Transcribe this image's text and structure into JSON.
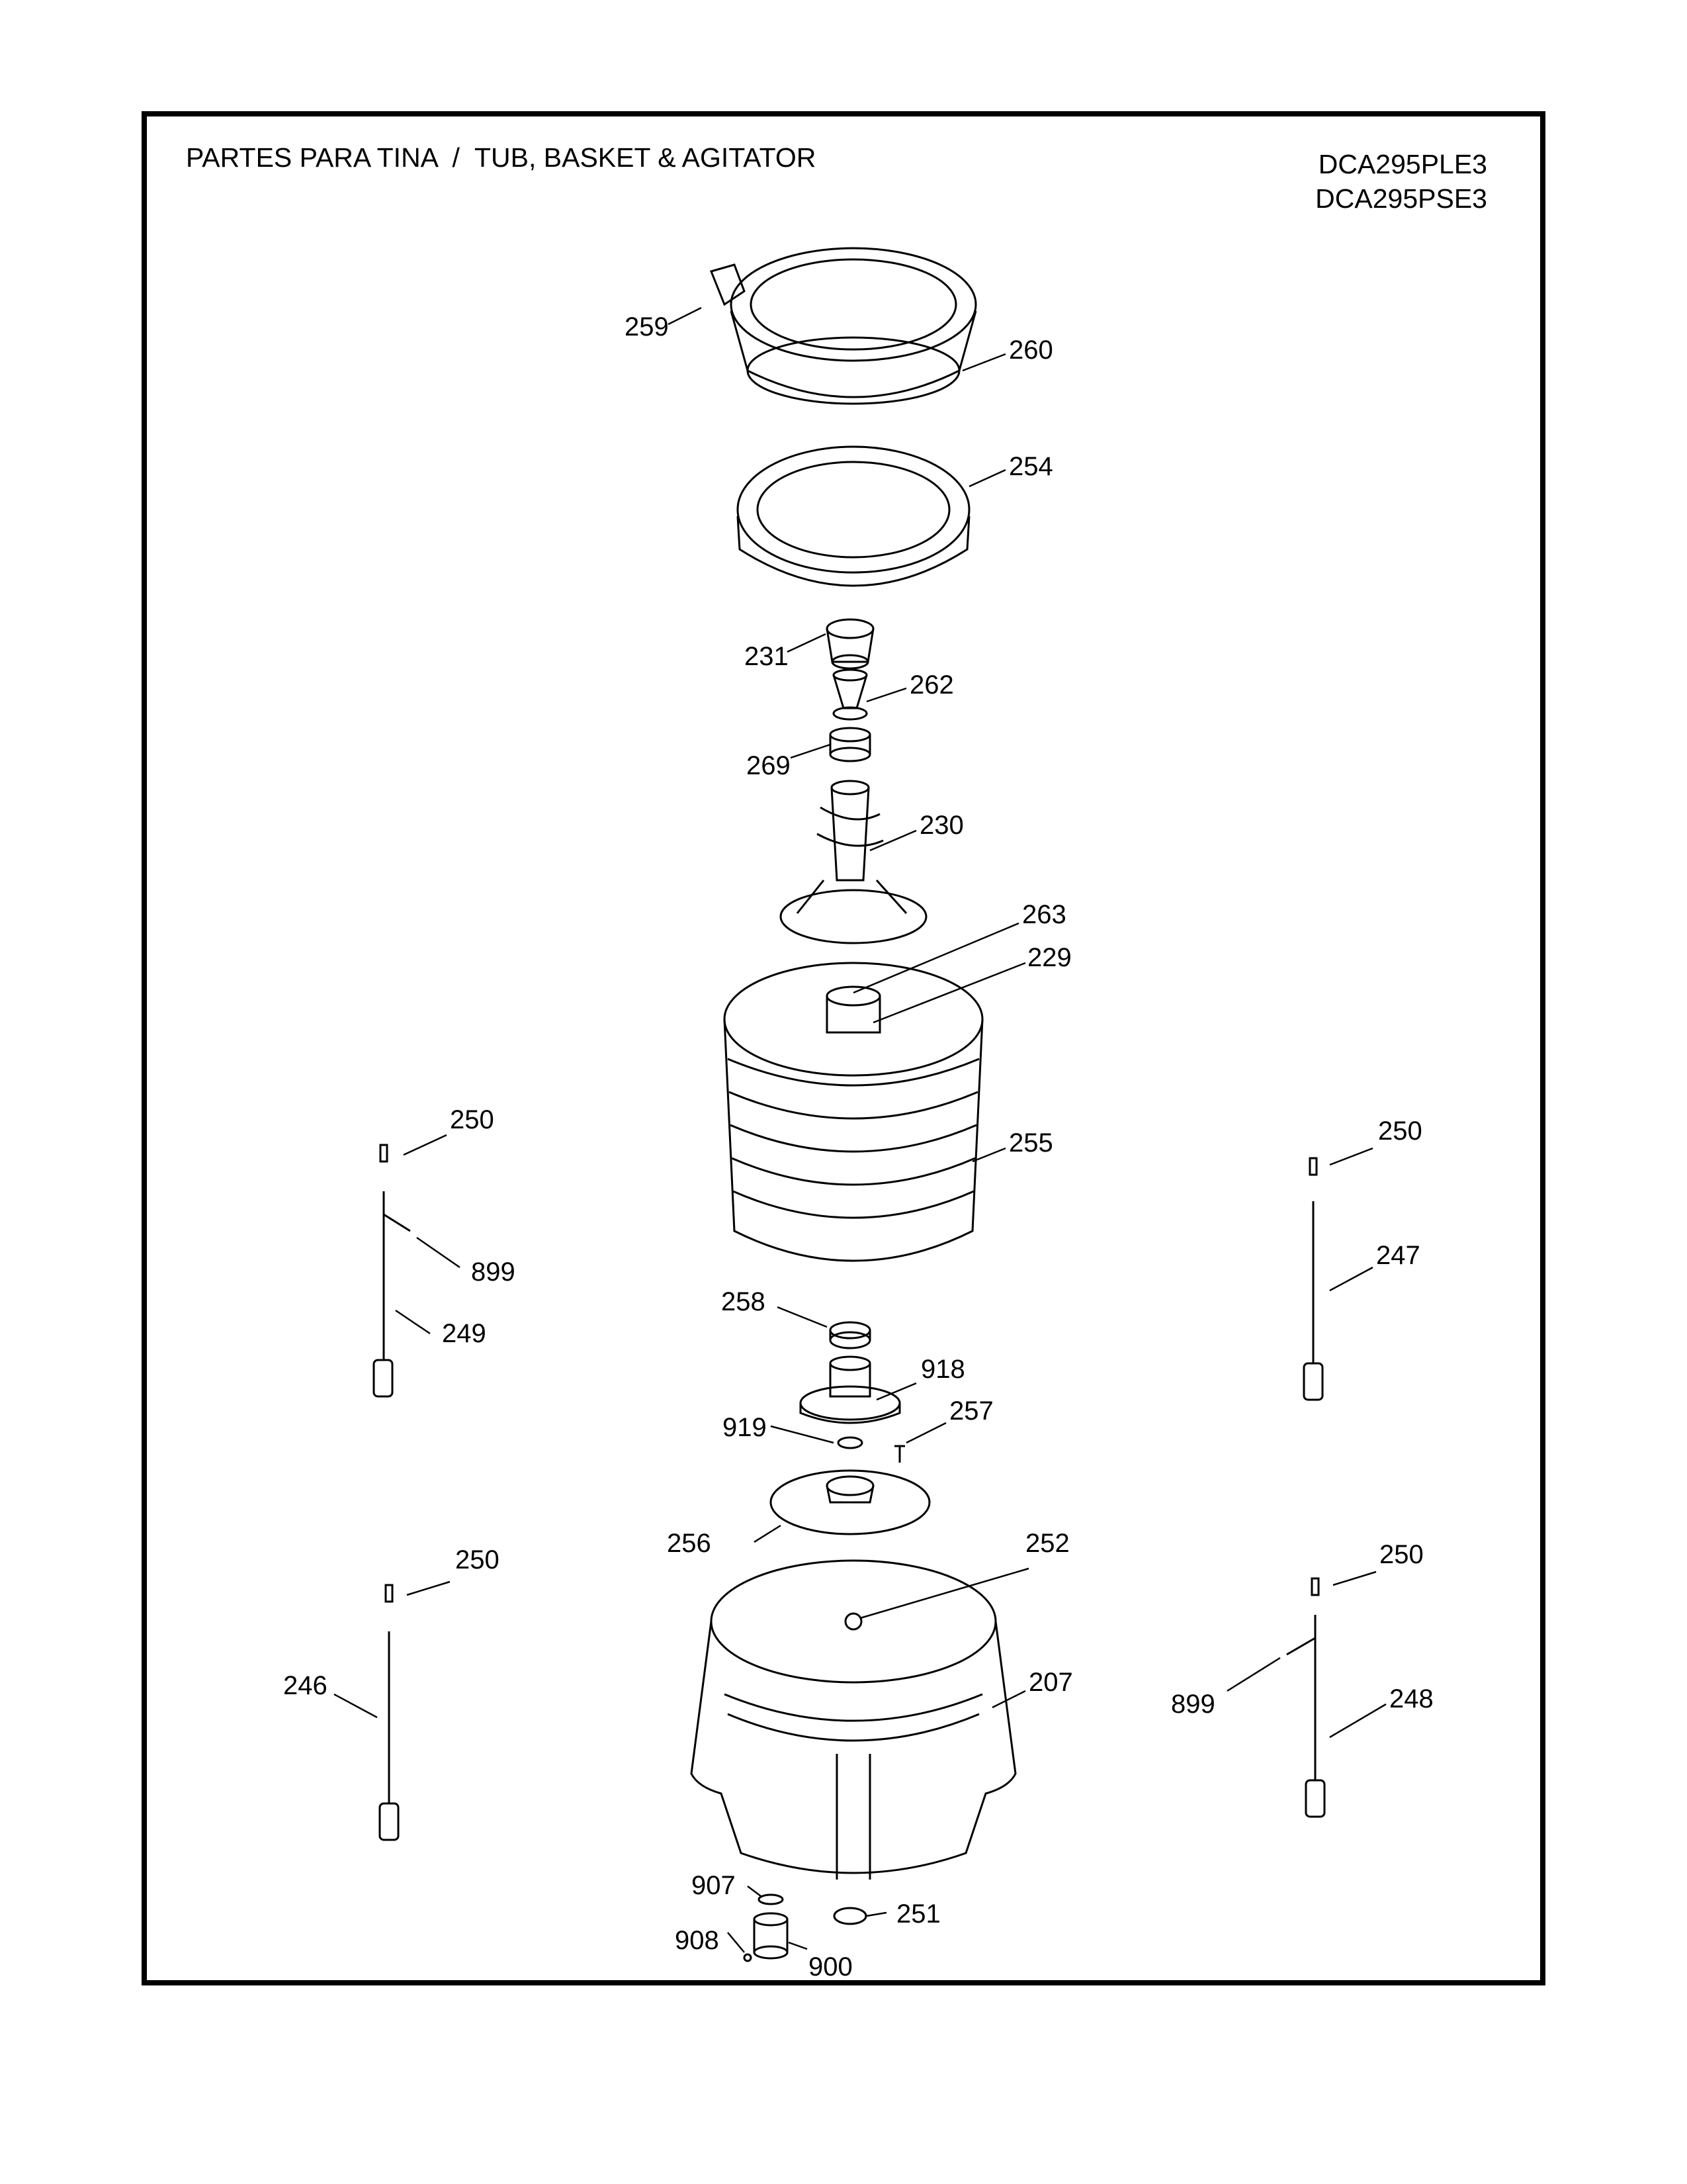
{
  "header": {
    "title": "PARTES PARA TINA  /  TUB, BASKET & AGITATOR",
    "models": [
      "DCA295PLE3",
      "DCA295PSE3"
    ]
  },
  "callouts": [
    {
      "id": "259",
      "label": "259"
    },
    {
      "id": "260",
      "label": "260"
    },
    {
      "id": "254",
      "label": "254"
    },
    {
      "id": "231",
      "label": "231"
    },
    {
      "id": "262",
      "label": "262"
    },
    {
      "id": "269",
      "label": "269"
    },
    {
      "id": "230",
      "label": "230"
    },
    {
      "id": "263",
      "label": "263"
    },
    {
      "id": "229",
      "label": "229"
    },
    {
      "id": "255",
      "label": "255"
    },
    {
      "id": "250a",
      "label": "250"
    },
    {
      "id": "899a",
      "label": "899"
    },
    {
      "id": "249",
      "label": "249"
    },
    {
      "id": "250b",
      "label": "250"
    },
    {
      "id": "247",
      "label": "247"
    },
    {
      "id": "258",
      "label": "258"
    },
    {
      "id": "918",
      "label": "918"
    },
    {
      "id": "919",
      "label": "919"
    },
    {
      "id": "257",
      "label": "257"
    },
    {
      "id": "256",
      "label": "256"
    },
    {
      "id": "252",
      "label": "252"
    },
    {
      "id": "250c",
      "label": "250"
    },
    {
      "id": "246",
      "label": "246"
    },
    {
      "id": "250d",
      "label": "250"
    },
    {
      "id": "899b",
      "label": "899"
    },
    {
      "id": "248",
      "label": "248"
    },
    {
      "id": "207",
      "label": "207"
    },
    {
      "id": "907",
      "label": "907"
    },
    {
      "id": "251",
      "label": "251"
    },
    {
      "id": "908",
      "label": "908"
    },
    {
      "id": "900",
      "label": "900"
    }
  ]
}
